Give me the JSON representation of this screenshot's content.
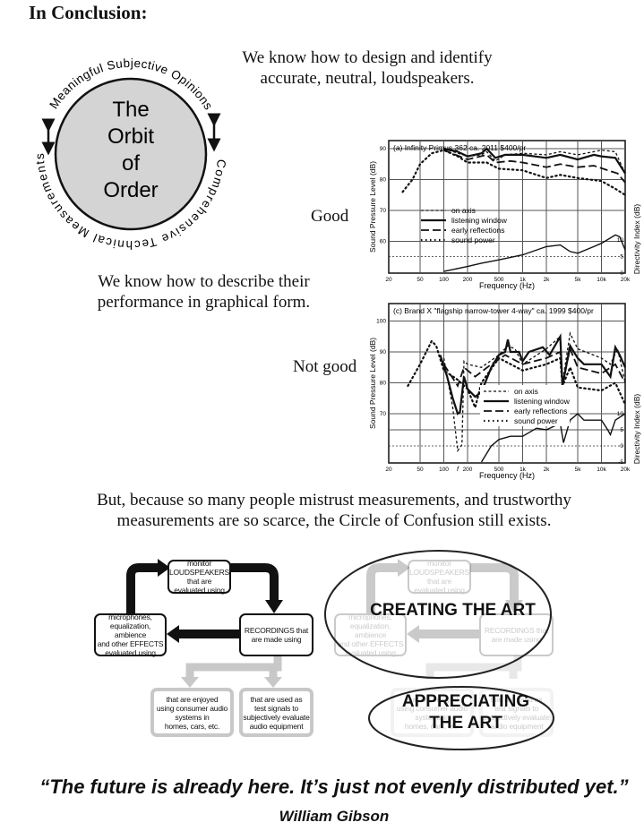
{
  "title": "In Conclusion:",
  "orbit": {
    "center_lines": [
      "The",
      "Orbit",
      "of",
      "Order"
    ],
    "top_arc": "Meaningful Subjective Opinions",
    "bottom_arc": "Comprehensive Technical Measurements"
  },
  "text": {
    "design": "We know how to design and identify\naccurate, neutral, loudspeakers.",
    "describe": "We know how to describe their\nperformance in graphical form.",
    "good": "Good",
    "not_good": "Not good",
    "mistrust": "But, because so many people mistrust measurements, and trustworthy\nmeasurements are so scarce, the Circle of Confusion still exists."
  },
  "chart_data": [
    {
      "type": "line",
      "title": "(a) Infinity Primus 362  ca. 2011   $400/pr",
      "xlabel": "Frequency (Hz)",
      "ylabel": "Sound Pressure Level (dB)",
      "y2label": "Directivity Index (dB)",
      "xscale": "log",
      "xlim": [
        20,
        20000
      ],
      "x_ticks": [
        "20",
        "50",
        "100",
        "200",
        "500",
        "1k",
        "2k",
        "5k",
        "10k",
        "20k"
      ],
      "y_ticks": [
        "90",
        "80",
        "70",
        "60"
      ],
      "y2_ticks": [
        "10",
        "5",
        "0"
      ],
      "legend": [
        "on axis",
        "listening window",
        "early reflections",
        "sound power"
      ],
      "series": [
        {
          "name": "on axis",
          "style": "short-dash",
          "points": [
            [
              100,
              90
            ],
            [
              200,
              87.5
            ],
            [
              300,
              88
            ],
            [
              350,
              89
            ],
            [
              450,
              86
            ],
            [
              600,
              88
            ],
            [
              1000,
              88.5
            ],
            [
              2000,
              88
            ],
            [
              3000,
              89
            ],
            [
              5000,
              88
            ],
            [
              10000,
              89.5
            ],
            [
              15000,
              89
            ],
            [
              20000,
              82
            ]
          ]
        },
        {
          "name": "listening window",
          "style": "solid",
          "points": [
            [
              100,
              90
            ],
            [
              150,
              89
            ],
            [
              200,
              87.5
            ],
            [
              300,
              88.5
            ],
            [
              350,
              90
            ],
            [
              450,
              87
            ],
            [
              600,
              88
            ],
            [
              1000,
              88
            ],
            [
              2000,
              87
            ],
            [
              3000,
              88
            ],
            [
              5000,
              86.5
            ],
            [
              8000,
              88
            ],
            [
              10000,
              87.5
            ],
            [
              15000,
              87
            ],
            [
              20000,
              82
            ]
          ]
        },
        {
          "name": "early reflections",
          "style": "long-dash",
          "points": [
            [
              100,
              89.5
            ],
            [
              200,
              86.5
            ],
            [
              350,
              88
            ],
            [
              450,
              85.5
            ],
            [
              700,
              86
            ],
            [
              1000,
              85.5
            ],
            [
              2000,
              84
            ],
            [
              3000,
              85
            ],
            [
              5000,
              84
            ],
            [
              8000,
              84.5
            ],
            [
              12000,
              83
            ],
            [
              16000,
              82
            ],
            [
              20000,
              79
            ]
          ]
        },
        {
          "name": "sound power",
          "style": "dot",
          "points": [
            [
              30,
              76
            ],
            [
              40,
              80
            ],
            [
              50,
              85
            ],
            [
              70,
              88.5
            ],
            [
              100,
              89.5
            ],
            [
              150,
              87.5
            ],
            [
              200,
              85.5
            ],
            [
              350,
              85.5
            ],
            [
              500,
              83.5
            ],
            [
              1000,
              83
            ],
            [
              2000,
              80.5
            ],
            [
              3000,
              81.5
            ],
            [
              5000,
              80.5
            ],
            [
              10000,
              79.5
            ],
            [
              15000,
              77
            ],
            [
              20000,
              75
            ]
          ]
        },
        {
          "name": "directivity index",
          "axis": "y2",
          "style": "solid-thin",
          "points": [
            [
              100,
              0.5
            ],
            [
              200,
              2
            ],
            [
              300,
              3
            ],
            [
              500,
              4
            ],
            [
              1000,
              5.5
            ],
            [
              2000,
              8
            ],
            [
              3000,
              8.5
            ],
            [
              4000,
              6.5
            ],
            [
              5000,
              6
            ],
            [
              8000,
              8
            ],
            [
              10000,
              9
            ],
            [
              15000,
              11.5
            ],
            [
              17000,
              11
            ],
            [
              20000,
              7
            ]
          ]
        }
      ],
      "di_reference": 5
    },
    {
      "type": "line",
      "title": "(c) Brand X \"flagship narrow-tower 4-way\"  ca. 1999   $400/pr",
      "xlabel": "Frequency (Hz)",
      "ylabel": "Sound Pressure Level (dB)",
      "y2label": "Directivity Index (dB)",
      "xscale": "log",
      "xlim": [
        20,
        20000
      ],
      "x_ticks": [
        "20",
        "50",
        "100",
        "200",
        "500",
        "1k",
        "2k",
        "5k",
        "10k",
        "20k"
      ],
      "y_ticks": [
        "100",
        "90",
        "80",
        "70"
      ],
      "y2_ticks": [
        "10",
        "5",
        "0",
        "-5"
      ],
      "annotation": "f",
      "legend": [
        "on axis",
        "listening window",
        "early reflections",
        "sound power"
      ],
      "series": [
        {
          "name": "on axis",
          "style": "short-dash",
          "points": [
            [
              100,
              88
            ],
            [
              130,
              72
            ],
            [
              150,
              58
            ],
            [
              170,
              60
            ],
            [
              180,
              87
            ],
            [
              200,
              86
            ],
            [
              300,
              85
            ],
            [
              500,
              89
            ],
            [
              650,
              92
            ],
            [
              800,
              91
            ],
            [
              1000,
              86
            ],
            [
              2000,
              91
            ],
            [
              3000,
              95
            ],
            [
              3200,
              80
            ],
            [
              4000,
              96
            ],
            [
              5000,
              91
            ],
            [
              10000,
              88
            ],
            [
              13000,
              86
            ],
            [
              16000,
              91
            ],
            [
              20000,
              80
            ]
          ]
        },
        {
          "name": "listening window",
          "style": "solid",
          "points": [
            [
              90,
              89
            ],
            [
              110,
              82
            ],
            [
              130,
              75
            ],
            [
              150,
              70
            ],
            [
              160,
              70.5
            ],
            [
              180,
              82
            ],
            [
              200,
              78
            ],
            [
              250,
              75.5
            ],
            [
              300,
              77
            ],
            [
              400,
              85
            ],
            [
              500,
              89
            ],
            [
              600,
              90
            ],
            [
              650,
              94
            ],
            [
              700,
              90
            ],
            [
              900,
              90
            ],
            [
              1000,
              87
            ],
            [
              1200,
              90
            ],
            [
              1800,
              91.5
            ],
            [
              2200,
              89
            ],
            [
              3000,
              95
            ],
            [
              3200,
              79
            ],
            [
              4000,
              92
            ],
            [
              5000,
              88
            ],
            [
              6000,
              86
            ],
            [
              10000,
              86
            ],
            [
              13000,
              82
            ],
            [
              15000,
              91.5
            ],
            [
              17000,
              89
            ],
            [
              20000,
              85
            ]
          ]
        },
        {
          "name": "early reflections",
          "style": "long-dash",
          "points": [
            [
              100,
              86
            ],
            [
              150,
              79
            ],
            [
              180,
              85
            ],
            [
              250,
              82
            ],
            [
              400,
              86
            ],
            [
              600,
              89
            ],
            [
              1000,
              86
            ],
            [
              2000,
              88
            ],
            [
              3000,
              90
            ],
            [
              3200,
              80
            ],
            [
              4000,
              91
            ],
            [
              5000,
              85
            ],
            [
              10000,
              83
            ],
            [
              15000,
              86
            ],
            [
              20000,
              80
            ]
          ]
        },
        {
          "name": "sound power",
          "style": "dot",
          "points": [
            [
              35,
              79
            ],
            [
              50,
              86
            ],
            [
              70,
              93.5
            ],
            [
              80,
              92
            ],
            [
              100,
              84
            ],
            [
              150,
              81
            ],
            [
              200,
              78
            ],
            [
              250,
              72
            ],
            [
              300,
              80
            ],
            [
              500,
              88
            ],
            [
              1000,
              84
            ],
            [
              2000,
              86
            ],
            [
              3000,
              88
            ],
            [
              3200,
              79
            ],
            [
              4000,
              85
            ],
            [
              5000,
              78.5
            ],
            [
              10000,
              77.5
            ],
            [
              15000,
              80
            ],
            [
              20000,
              73
            ]
          ]
        },
        {
          "name": "directivity index",
          "axis": "y2",
          "style": "solid-thin",
          "points": [
            [
              300,
              -5
            ],
            [
              400,
              0
            ],
            [
              500,
              2
            ],
            [
              700,
              3
            ],
            [
              1000,
              3
            ],
            [
              1500,
              5.5
            ],
            [
              2000,
              5
            ],
            [
              3000,
              7
            ],
            [
              3300,
              1
            ],
            [
              4000,
              8
            ],
            [
              5000,
              10
            ],
            [
              6000,
              8
            ],
            [
              10000,
              8
            ],
            [
              12000,
              5
            ],
            [
              13000,
              3.5
            ],
            [
              15000,
              8
            ],
            [
              20000,
              10
            ]
          ]
        }
      ],
      "di_reference": 0
    }
  ],
  "diagram": {
    "monitor": "monitor\nLOUDSPEAKERS\nthat are\nevaluated using",
    "effects": "microphones,\nequalization,\nambience\nand other EFFECTS\nevaluated using",
    "recordings": "RECORDINGS that\nare made using",
    "enjoyed": "that are enjoyed\nusing consumer audio\nsystems in\nhomes, cars, etc.",
    "test": "that are used as\ntest signals to\nsubjectively evaluate\naudio equipment",
    "creating": "CREATING THE ART",
    "appreciating": "APPRECIATING\nTHE ART"
  },
  "quote": "“The future is already here. It’s just not evenly distributed yet.”",
  "author": "William Gibson"
}
